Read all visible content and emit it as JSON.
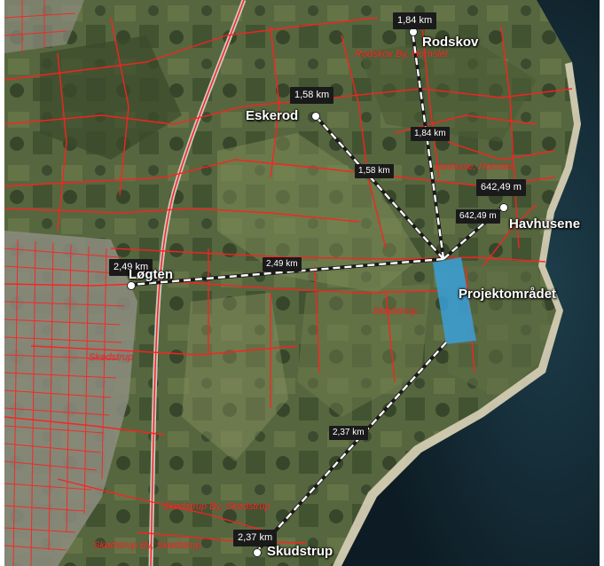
{
  "map": {
    "project_area": {
      "label": "Projektområdet",
      "color": "#3aa0d8"
    },
    "places": [
      {
        "id": "rodskov",
        "name": "Rodskov",
        "distance": "1,84 km"
      },
      {
        "id": "eskerod",
        "name": "Eskerod",
        "distance": "1,58 km"
      },
      {
        "id": "havhusene",
        "name": "Havhusene",
        "distance": "642,49 m"
      },
      {
        "id": "logten",
        "name": "Løgten",
        "distance": "2,49 km"
      },
      {
        "id": "skudstrup",
        "name": "Skudstrup",
        "distance": "2,37 km"
      }
    ],
    "cadastral_labels": [
      "Rodskov By, Hornslet",
      "Havhuse, Hornslet",
      "Skødstrup",
      "Skødstrup",
      "Skødstrup By, Skødstrup",
      "Skødstrup By, Skødstrup"
    ],
    "colors": {
      "parcel_lines": "#ff2020",
      "line_dash": "#ffffff",
      "sea": "#10202a"
    }
  }
}
